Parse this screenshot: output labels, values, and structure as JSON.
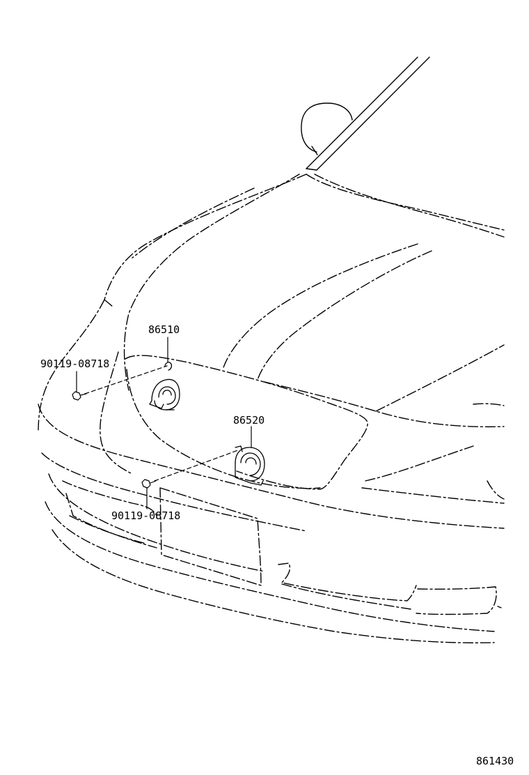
{
  "diagram": {
    "callouts": {
      "horn_high": "86510",
      "horn_low": "86520",
      "bolt_upper": "90119-08718",
      "bolt_lower": "90119-08718"
    },
    "figure_number": "861430",
    "line_color": "#000000",
    "background_color": "#ffffff"
  }
}
